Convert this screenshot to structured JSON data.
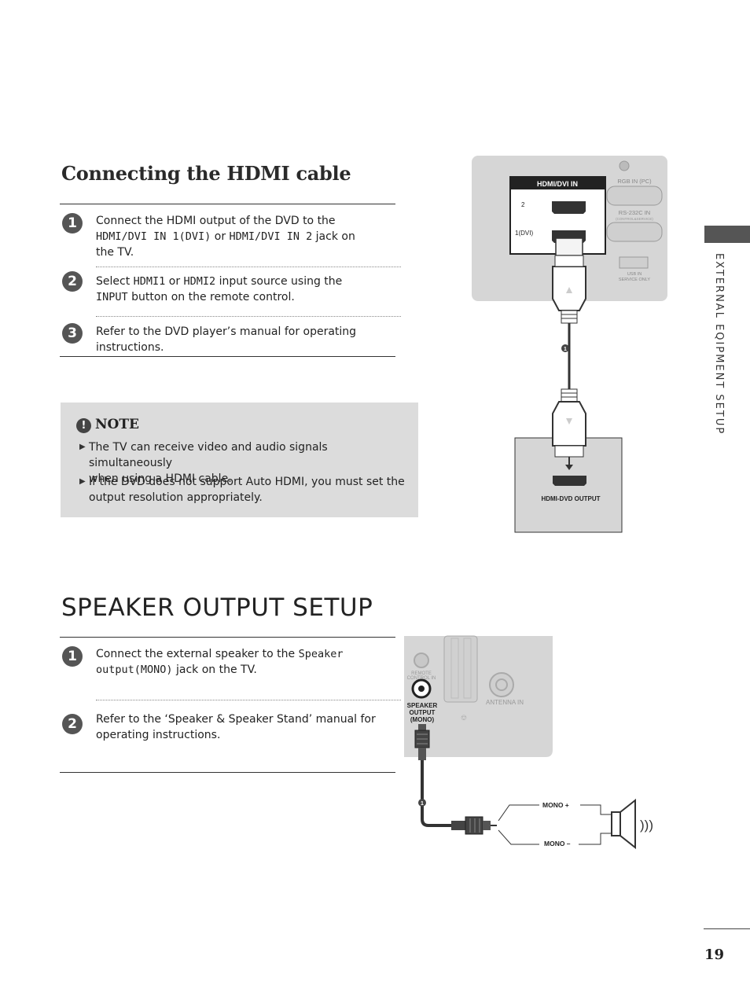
{
  "hdmi_section": {
    "title": "Connecting the HDMI cable",
    "steps": [
      {
        "number": "1",
        "pre": "Connect the HDMI output of the DVD to the",
        "key1": "HDMI/DVI IN 1(DVI)",
        "mid": "or",
        "key2": "HDMI/DVI IN 2",
        "post": "jack on",
        "post2": "the TV."
      },
      {
        "number": "2",
        "pre": "Select",
        "key1": "HDMI1",
        "mid": "or",
        "key2": "HDMI2",
        "post": "input source using the",
        "key3": "INPUT",
        "post2": "button on the remote control."
      },
      {
        "number": "3",
        "text": "Refer to the DVD player’s manual for operating instructions."
      }
    ]
  },
  "note": {
    "icon": "!",
    "title": "NOTE",
    "items": [
      {
        "line1": "The TV can receive video and audio signals simultaneously",
        "line2": "when using a HDMI cable."
      },
      {
        "line1": "If the DVD does not support Auto HDMI, you must set the",
        "line2": "output resolution appropriately."
      }
    ]
  },
  "hdmi_diagram": {
    "panel_label": "HDMI/DVI IN",
    "port2_label": "2",
    "port1_label": "1(DVI)",
    "rgb_label": "RGB IN (PC)",
    "rs232_label": "RS-232C IN",
    "rs232_sub": "(CONTROL&SERVICE)",
    "usb_label1": "USB IN",
    "usb_label2": "SERVICE ONLY",
    "cable_marker": "1",
    "device_label": "HDMI-DVD OUTPUT"
  },
  "speaker_section": {
    "title": "SPEAKER OUTPUT SETUP",
    "steps": [
      {
        "number": "1",
        "pre": "Connect the external speaker to the",
        "key1": "Speaker",
        "key2": "output(MONO)",
        "post": "jack on the TV."
      },
      {
        "number": "2",
        "line1": "Refer  to  the  ‘Speaker  &  Speaker  Stand’  manual  for",
        "line2": "operating instructions."
      }
    ]
  },
  "speaker_diagram": {
    "remote_label1": "REMOTE",
    "remote_label2": "CONTROL IN",
    "speaker_label1": "SPEAKER",
    "speaker_label2": "OUTPUT",
    "speaker_label3": "(MONO)",
    "antenna_label": "ANTENNA IN",
    "cable_marker": "1",
    "mono_plus": "MONO +",
    "mono_minus": "MONO –",
    "sound_waves": ")))"
  },
  "sidebar": {
    "label": "EXTERNAL EQIPMENT SETUP"
  },
  "page_number": "19",
  "colors": {
    "note_bg": "#dcdcdc",
    "panel_bg": "#d6d6d6",
    "badge": "#555555"
  }
}
